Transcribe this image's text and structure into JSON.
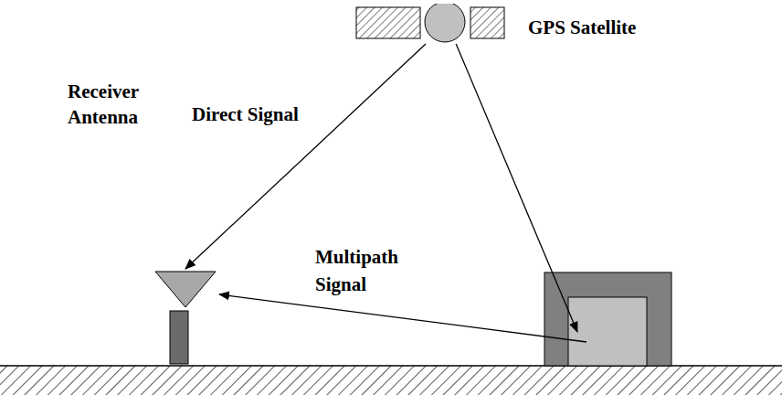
{
  "diagram": {
    "nodes": [
      {
        "text": [
          "GPS Satellite"
        ]
      },
      {
        "text": [
          "Receiver Antenna"
        ]
      }
    ],
    "edges": [
      {
        "from": 0,
        "to": 1,
        "arrow": "to",
        "label": "Direct Signal"
      },
      {
        "from": 0,
        "to": 1,
        "arrow": "to",
        "label": "Multipath Signal"
      }
    ]
  }
}
